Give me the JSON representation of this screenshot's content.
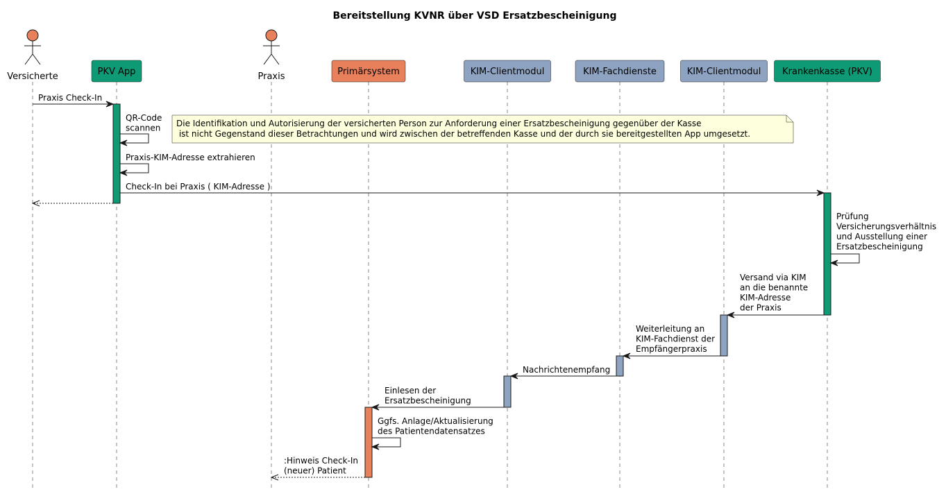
{
  "title": "Bereitstellung KVNR über VSD Ersatzbescheinigung",
  "participants": [
    {
      "id": "versicherte",
      "label": "Versicherte",
      "kind": "actor",
      "color": "#E8805C"
    },
    {
      "id": "pkvapp",
      "label": "PKV App",
      "kind": "box",
      "color": "#0E9A74"
    },
    {
      "id": "praxis",
      "label": "Praxis",
      "kind": "actor",
      "color": "#E8805C"
    },
    {
      "id": "primaersystem",
      "label": "Primärsystem",
      "kind": "box",
      "color": "#E8805C"
    },
    {
      "id": "kimclient1",
      "label": "KIM-Clientmodul",
      "kind": "box",
      "color": "#8DA3C1"
    },
    {
      "id": "kimfach",
      "label": "KIM-Fachdienste",
      "kind": "box",
      "color": "#8DA3C1"
    },
    {
      "id": "kimclient2",
      "label": "KIM-Clientmodul",
      "kind": "box",
      "color": "#8DA3C1"
    },
    {
      "id": "kasse",
      "label": "Krankenkasse (PKV)",
      "kind": "box",
      "color": "#0E9A74"
    }
  ],
  "note": {
    "lines": [
      "Die Identifikation und Autorisierung der versicherten Person zur Anforderung einer Ersatzbescheinigung gegenüber der Kasse",
      " ist nicht Gegenstand dieser Betrachtungen und wird zwischen der betreffenden Kasse und der durch sie bereitgestellten App umgesetzt."
    ],
    "color": "#FEFFDD"
  },
  "messages": [
    {
      "from": "versicherte",
      "to": "pkvapp",
      "style": "solid",
      "lines": [
        "Praxis Check-In"
      ]
    },
    {
      "from": "pkvapp",
      "to": "pkvapp",
      "style": "self",
      "lines": [
        "QR-Code",
        "scannen"
      ]
    },
    {
      "from": "pkvapp",
      "to": "pkvapp",
      "style": "self",
      "lines": [
        "Praxis-KIM-Adresse extrahieren"
      ]
    },
    {
      "from": "pkvapp",
      "to": "kasse",
      "style": "solid",
      "lines": [
        "Check-In bei Praxis ( KIM-Adresse )"
      ]
    },
    {
      "from": "pkvapp",
      "to": "versicherte",
      "style": "dashed",
      "lines": []
    },
    {
      "from": "kasse",
      "to": "kasse",
      "style": "self",
      "lines": [
        "Prüfung",
        "Versicherungsverhältnis",
        "und Ausstellung einer",
        "Ersatzbescheinigung"
      ]
    },
    {
      "from": "kasse",
      "to": "kimclient2",
      "style": "solid",
      "lines": [
        "Versand via KIM",
        "an die benannte",
        "KIM-Adresse",
        "der Praxis"
      ]
    },
    {
      "from": "kimclient2",
      "to": "kimfach",
      "style": "solid",
      "lines": [
        "Weiterleitung an",
        "KIM-Fachdienst der",
        "Empfängerpraxis"
      ]
    },
    {
      "from": "kimfach",
      "to": "kimclient1",
      "style": "solid",
      "lines": [
        "Nachrichtenempfang"
      ]
    },
    {
      "from": "kimclient1",
      "to": "primaersystem",
      "style": "solid",
      "lines": [
        "Einlesen der",
        "Ersatzbescheinigung"
      ]
    },
    {
      "from": "primaersystem",
      "to": "primaersystem",
      "style": "self",
      "lines": [
        "Ggfs. Anlage/Aktualisierung",
        "des Patientendatensatzes"
      ]
    },
    {
      "from": "primaersystem",
      "to": "praxis",
      "style": "dashed",
      "lines": [
        ":Hinweis Check-In",
        "(neuer) Patient"
      ]
    }
  ],
  "colors": {
    "line": "#181818",
    "lifeline": "#888888",
    "border": "#181818"
  }
}
